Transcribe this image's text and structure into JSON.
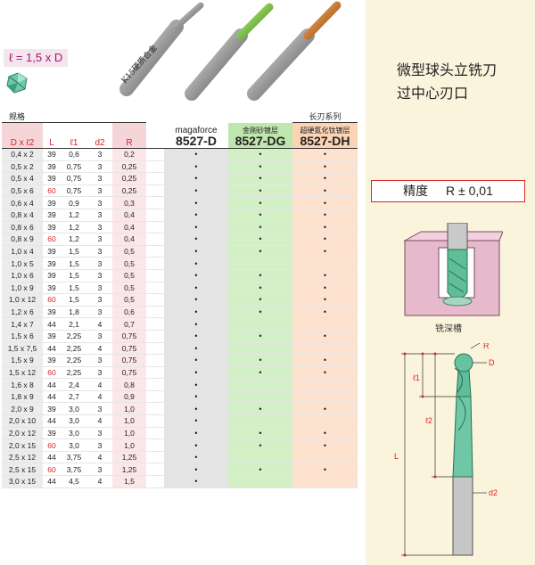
{
  "header": {
    "ratio_label": "ℓ = 1,5 x D",
    "carbide_label": "K15硬质合金",
    "title_line1": "微型球头立铣刀",
    "title_line2": "过中心刃口"
  },
  "precision": {
    "label": "精度",
    "value": "R ± 0,01"
  },
  "groove_caption": "铣深槽",
  "diagram_labels": {
    "R": "R",
    "D": "D",
    "l1": "ℓ1",
    "l2": "ℓ2",
    "L": "L",
    "d2": "d2"
  },
  "table": {
    "category_left": "规格",
    "category_right": "长刃系列",
    "columns": {
      "dxl2": "D x ℓ2",
      "L": "L",
      "l1": "ℓ1",
      "d2": "d2",
      "R": "R"
    },
    "products": [
      {
        "sub": "magaforce",
        "code": "8527-D",
        "color": "#e4e4e4"
      },
      {
        "sub": "金刚砂镀层",
        "code": "8527-DG",
        "color": "#d3efc6"
      },
      {
        "sub": "超硬氮化钛镀层",
        "code": "8527-DH",
        "color": "#fde3cf"
      }
    ],
    "rows": [
      {
        "dx": "0,4 x 2",
        "L": "39",
        "l1": "0,6",
        "d2": "3",
        "R": "0,2",
        "d": 1,
        "dg": 1,
        "dh": 1
      },
      {
        "dx": "0,5 x 2",
        "L": "39",
        "l1": "0,75",
        "d2": "3",
        "R": "0,25",
        "d": 1,
        "dg": 1,
        "dh": 1
      },
      {
        "dx": "0,5 x 4",
        "L": "39",
        "l1": "0,75",
        "d2": "3",
        "R": "0,25",
        "d": 1,
        "dg": 1,
        "dh": 1
      },
      {
        "dx": "0,5 x 6",
        "L": "60",
        "l1": "0,75",
        "d2": "3",
        "R": "0,25",
        "d": 1,
        "dg": 1,
        "dh": 1
      },
      {
        "dx": "0,6 x 4",
        "L": "39",
        "l1": "0,9",
        "d2": "3",
        "R": "0,3",
        "d": 1,
        "dg": 1,
        "dh": 1
      },
      {
        "dx": "0,8 x 4",
        "L": "39",
        "l1": "1,2",
        "d2": "3",
        "R": "0,4",
        "d": 1,
        "dg": 1,
        "dh": 1
      },
      {
        "dx": "0,8 x 6",
        "L": "39",
        "l1": "1,2",
        "d2": "3",
        "R": "0,4",
        "d": 1,
        "dg": 1,
        "dh": 1
      },
      {
        "dx": "0,8 x 9",
        "L": "60",
        "l1": "1,2",
        "d2": "3",
        "R": "0,4",
        "d": 1,
        "dg": 1,
        "dh": 1
      },
      {
        "dx": "1,0 x 4",
        "L": "39",
        "l1": "1,5",
        "d2": "3",
        "R": "0,5",
        "d": 1,
        "dg": 1,
        "dh": 1
      },
      {
        "dx": "1,0 x 5",
        "L": "39",
        "l1": "1,5",
        "d2": "3",
        "R": "0,5",
        "d": 1,
        "dg": 0,
        "dh": 0
      },
      {
        "dx": "1,0 x 6",
        "L": "39",
        "l1": "1,5",
        "d2": "3",
        "R": "0,5",
        "d": 1,
        "dg": 1,
        "dh": 1
      },
      {
        "dx": "1,0 x 9",
        "L": "39",
        "l1": "1,5",
        "d2": "3",
        "R": "0,5",
        "d": 1,
        "dg": 1,
        "dh": 1
      },
      {
        "dx": "1,0 x 12",
        "L": "60",
        "l1": "1,5",
        "d2": "3",
        "R": "0,5",
        "d": 1,
        "dg": 1,
        "dh": 1
      },
      {
        "dx": "1,2 x 6",
        "L": "39",
        "l1": "1,8",
        "d2": "3",
        "R": "0,6",
        "d": 1,
        "dg": 1,
        "dh": 1
      },
      {
        "dx": "1,4 x 7",
        "L": "44",
        "l1": "2,1",
        "d2": "4",
        "R": "0,7",
        "d": 1,
        "dg": 0,
        "dh": 0
      },
      {
        "dx": "1,5 x 6",
        "L": "39",
        "l1": "2,25",
        "d2": "3",
        "R": "0,75",
        "d": 1,
        "dg": 1,
        "dh": 1
      },
      {
        "dx": "1,5 x 7,5",
        "L": "44",
        "l1": "2,25",
        "d2": "4",
        "R": "0,75",
        "d": 1,
        "dg": 0,
        "dh": 0
      },
      {
        "dx": "1,5 x 9",
        "L": "39",
        "l1": "2,25",
        "d2": "3",
        "R": "0,75",
        "d": 1,
        "dg": 1,
        "dh": 1
      },
      {
        "dx": "1,5 x 12",
        "L": "60",
        "l1": "2,25",
        "d2": "3",
        "R": "0,75",
        "d": 1,
        "dg": 1,
        "dh": 1
      },
      {
        "dx": "1,6 x 8",
        "L": "44",
        "l1": "2,4",
        "d2": "4",
        "R": "0,8",
        "d": 1,
        "dg": 0,
        "dh": 0
      },
      {
        "dx": "1,8 x 9",
        "L": "44",
        "l1": "2,7",
        "d2": "4",
        "R": "0,9",
        "d": 1,
        "dg": 0,
        "dh": 0
      },
      {
        "dx": "2,0 x 9",
        "L": "39",
        "l1": "3,0",
        "d2": "3",
        "R": "1,0",
        "d": 1,
        "dg": 1,
        "dh": 1
      },
      {
        "dx": "2,0 x 10",
        "L": "44",
        "l1": "3,0",
        "d2": "4",
        "R": "1,0",
        "d": 1,
        "dg": 0,
        "dh": 0
      },
      {
        "dx": "2,0 x 12",
        "L": "39",
        "l1": "3,0",
        "d2": "3",
        "R": "1,0",
        "d": 1,
        "dg": 1,
        "dh": 1
      },
      {
        "dx": "2,0 x 15",
        "L": "60",
        "l1": "3,0",
        "d2": "3",
        "R": "1,0",
        "d": 1,
        "dg": 1,
        "dh": 1
      },
      {
        "dx": "2,5 x 12",
        "L": "44",
        "l1": "3,75",
        "d2": "4",
        "R": "1,25",
        "d": 1,
        "dg": 0,
        "dh": 0
      },
      {
        "dx": "2,5 x 15",
        "L": "60",
        "l1": "3,75",
        "d2": "3",
        "R": "1,25",
        "d": 1,
        "dg": 1,
        "dh": 1
      },
      {
        "dx": "3,0 x 15",
        "L": "44",
        "l1": "4,5",
        "d2": "4",
        "R": "1,5",
        "d": 1,
        "dg": 0,
        "dh": 0
      }
    ]
  }
}
